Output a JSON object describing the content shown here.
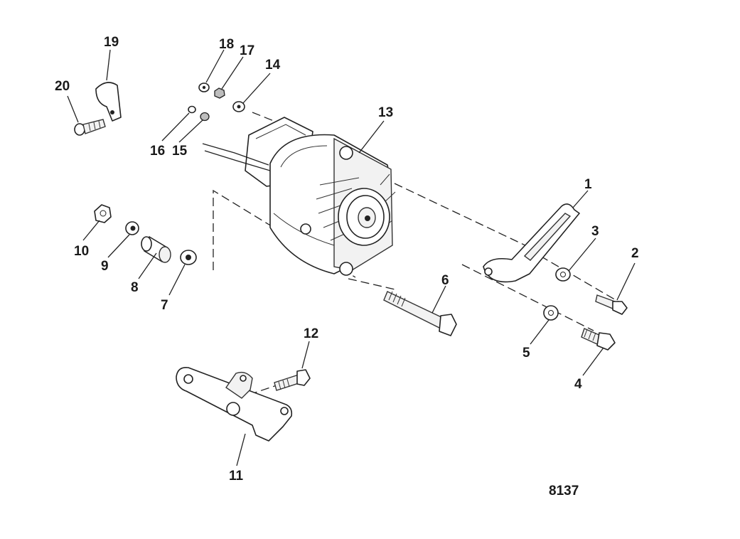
{
  "diagram": {
    "drawing_number": "8137",
    "callouts": [
      "1",
      "2",
      "3",
      "4",
      "5",
      "6",
      "7",
      "8",
      "9",
      "10",
      "11",
      "12",
      "13",
      "14",
      "15",
      "16",
      "17",
      "18",
      "19",
      "20"
    ]
  },
  "colors": {
    "ink": "#222222",
    "background": "#ffffff"
  }
}
